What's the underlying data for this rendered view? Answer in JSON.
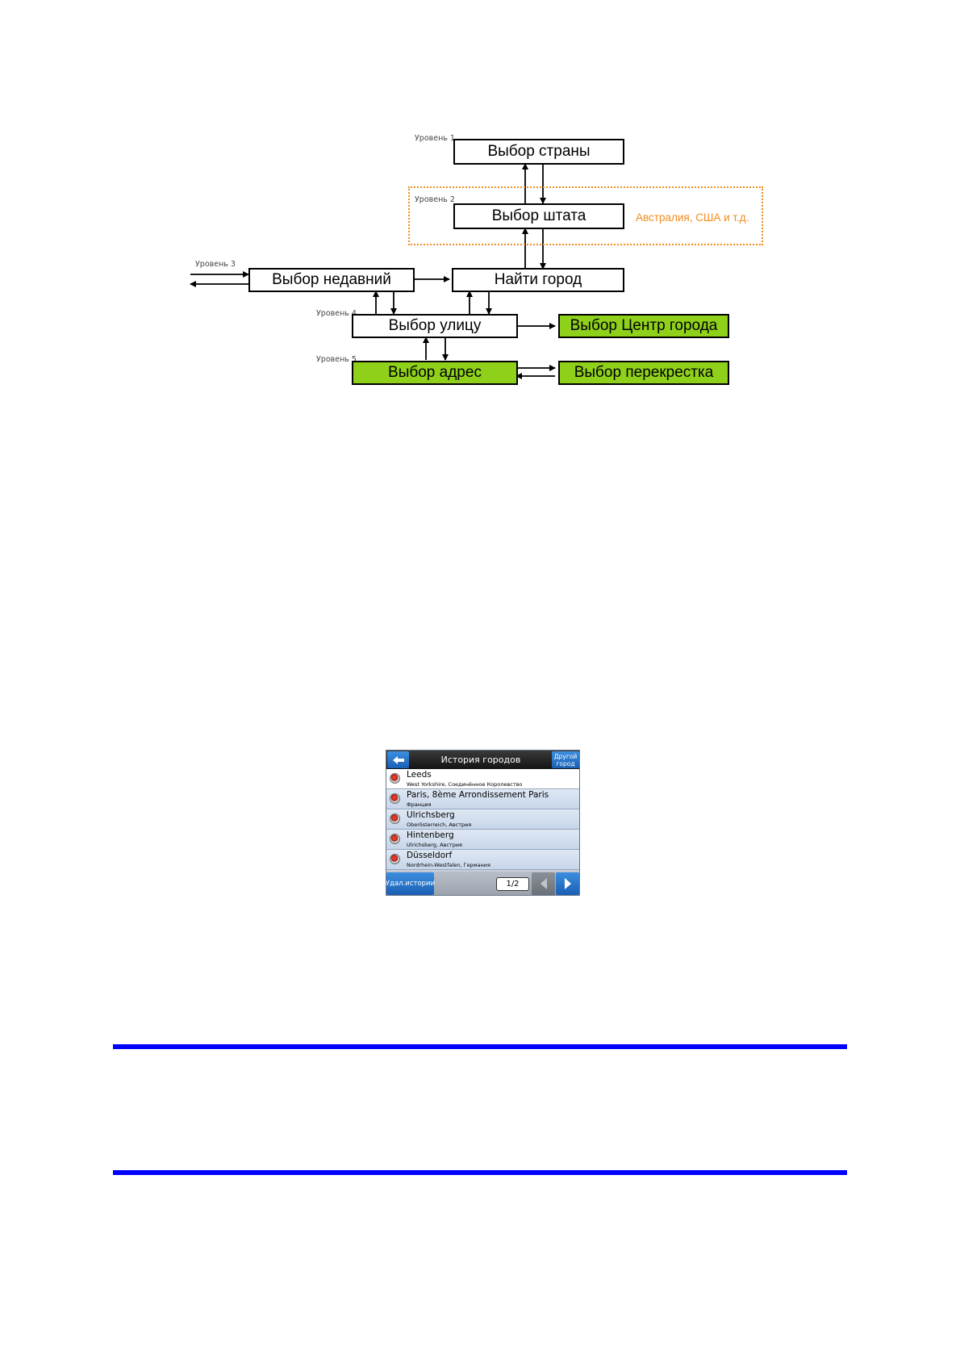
{
  "diagram": {
    "level_labels": [
      "Уровень 1",
      "Уровень 2",
      "Уровень 3",
      "Уровень 4",
      "Уровень 5"
    ],
    "boxes": {
      "country": "Выбор страны",
      "state": "Выбор штата",
      "recent": "Выбор недавний",
      "find_city": "Найти город",
      "street": "Выбор  улицу",
      "city_center": "Выбор Центр города",
      "address": "Выбор адрес",
      "intersection": "Выбор перекрестка"
    },
    "state_note": "Австралия, США и т.д.",
    "colors": {
      "highlight": "#8fd11a",
      "note": "#f08c20"
    }
  },
  "device": {
    "title": "История городов",
    "back_icon": "back-arrow-icon",
    "other_city_label": "Другой\nгород",
    "items": [
      {
        "name": "Leeds",
        "sub": "West Yorkshire, Соединённое Королевство"
      },
      {
        "name": "Paris, 8ème Arrondissement Paris",
        "sub": "Франция"
      },
      {
        "name": "Ulrichsberg",
        "sub": "Oberösterreich, Австрия"
      },
      {
        "name": "Hintenberg",
        "sub": "Ulrichsberg, Австрия"
      },
      {
        "name": "Düsseldorf",
        "sub": "Nordrhein-Westfalen, Германия"
      }
    ],
    "delete_history_label": "Удал.истории",
    "page_indicator": "1/2",
    "accent": "#1a5fb3"
  },
  "rule_color": "#0000ff"
}
